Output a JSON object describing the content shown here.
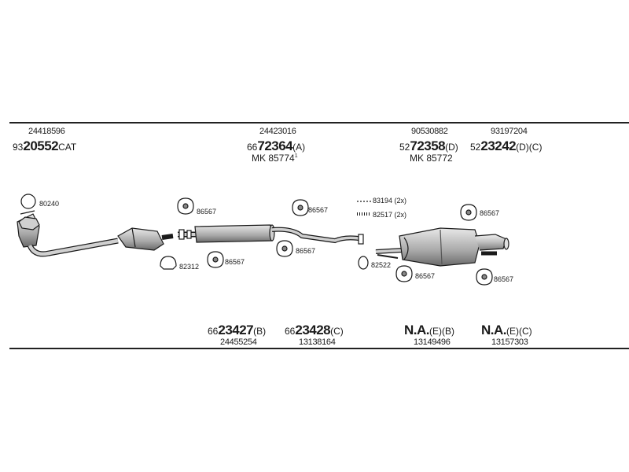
{
  "top_labels": {
    "group1": {
      "part_no": "24418596",
      "code_prefix": "93",
      "code_bold": "20552",
      "code_suffix": "CAT"
    },
    "group2": {
      "part_no": "24423016",
      "code_prefix": "66",
      "code_bold": "72364",
      "code_suffix": "(A)",
      "mk_label": "MK 85774",
      "mk_sup": "1"
    },
    "group3": {
      "part_no": "90530882",
      "code_prefix": "52",
      "code_bold": "72358",
      "code_suffix": "(D)",
      "mk_label": "MK 85772"
    },
    "group4": {
      "part_no": "93197204",
      "code_prefix": "52",
      "code_bold": "23242",
      "code_suffix": "(D)(C)"
    }
  },
  "bottom_labels": {
    "group1": {
      "code_prefix": "66",
      "code_bold": "23427",
      "code_suffix": "(B)",
      "part_no": "24455254"
    },
    "group2": {
      "code_prefix": "66",
      "code_bold": "23428",
      "code_suffix": "(C)",
      "part_no": "13138164"
    },
    "group3": {
      "code_bold": "N.A.",
      "code_suffix": "(E)(B)",
      "part_no": "13149496"
    },
    "group4": {
      "code_bold": "N.A.",
      "code_suffix": "(E)(C)",
      "part_no": "13157303"
    }
  },
  "callouts": {
    "c80240": "80240",
    "c86567_a": "86567",
    "c86567_b": "86567",
    "c86567_c": "86567",
    "c86567_d": "86567",
    "c86567_e": "86567",
    "c86567_f": "86567",
    "c86567_g": "86567",
    "c82312": "82312",
    "c83194": "83194 (2x)",
    "c82517": "82517 (2x)",
    "c82522": "82522"
  },
  "colors": {
    "ink": "#1a1a1a",
    "part_fill": "#d9d9d9",
    "part_shade": "#9a9a9a"
  }
}
